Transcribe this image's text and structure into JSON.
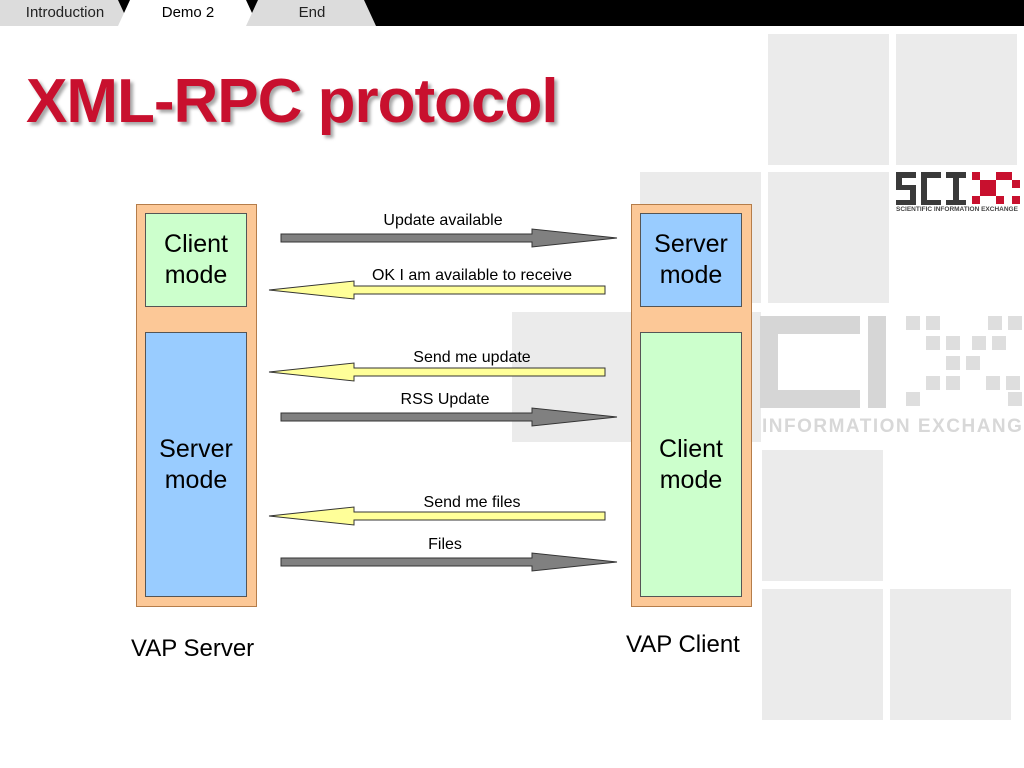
{
  "nav": {
    "tabs": [
      {
        "label": "Introduction",
        "state": "normal"
      },
      {
        "label": "Demo 2",
        "state": "active"
      },
      {
        "label": "End",
        "state": "normal"
      }
    ]
  },
  "slide": {
    "title": "XML-RPC protocol"
  },
  "diagram": {
    "left_device": {
      "label": "VAP Server",
      "top_mode": "Client\nmode",
      "bottom_mode": "Server\nmode"
    },
    "right_device": {
      "label": "VAP Client",
      "top_mode": "Server\nmode",
      "bottom_mode": "Client\nmode"
    },
    "messages": [
      {
        "text": "Update available",
        "direction": "right"
      },
      {
        "text": "OK I am available to receive",
        "direction": "left"
      },
      {
        "text": "Send me update",
        "direction": "left"
      },
      {
        "text": "RSS Update",
        "direction": "right"
      },
      {
        "text": "Send me files",
        "direction": "left"
      },
      {
        "text": "Files",
        "direction": "right"
      }
    ]
  },
  "branding": {
    "logo_small": "SCIX",
    "logo_small_sub": "SCIENTIFIC INFORMATION EXCHANGE",
    "logo_large_sub": "INFORMATION EXCHANGE"
  },
  "colors": {
    "title": "#c8102e",
    "device_body": "#fcc897",
    "client_mode": "#ccffcc",
    "server_mode": "#99ccff",
    "arrow_right": "#808080",
    "arrow_left": "#ffff99"
  }
}
